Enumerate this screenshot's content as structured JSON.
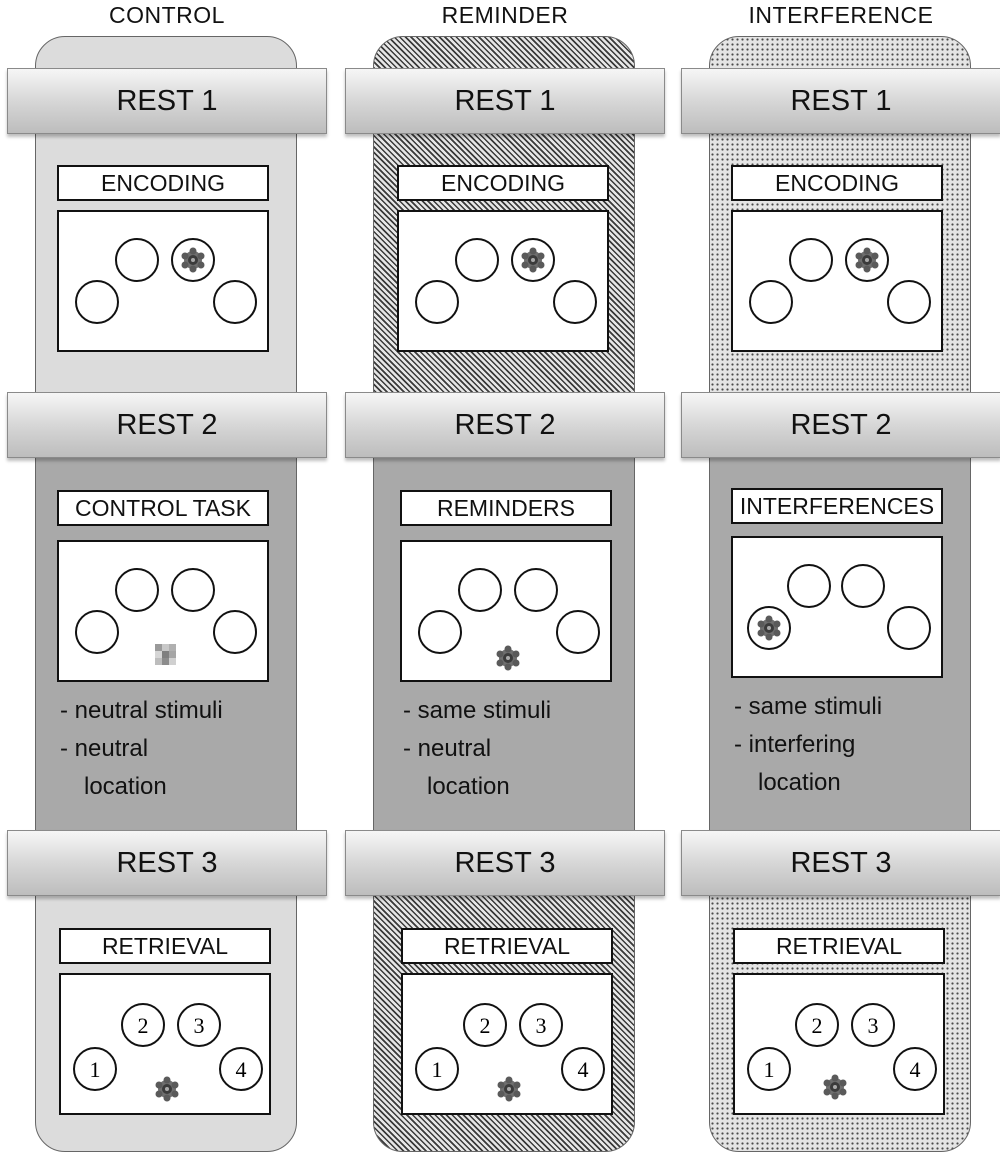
{
  "columns": [
    {
      "title": "CONTROL",
      "rest1": "REST 1",
      "encoding": "ENCODING",
      "rest2": "REST 2",
      "task": "CONTROL TASK",
      "desc": [
        "- neutral stimuli",
        "- neutral",
        "location"
      ],
      "rest3": "REST 3",
      "retrieval": "RETRIEVAL",
      "numbers": [
        "1",
        "2",
        "3",
        "4"
      ]
    },
    {
      "title": "REMINDER",
      "rest1": "REST 1",
      "encoding": "ENCODING",
      "rest2": "REST 2",
      "task": "REMINDERS",
      "desc": [
        "- same stimuli",
        "- neutral",
        "location"
      ],
      "rest3": "REST 3",
      "retrieval": "RETRIEVAL",
      "numbers": [
        "1",
        "2",
        "3",
        "4"
      ]
    },
    {
      "title": "INTERFERENCE",
      "rest1": "REST 1",
      "encoding": "ENCODING",
      "rest2": "REST 2",
      "task": "INTERFERENCES",
      "desc": [
        "- same stimuli",
        "- interfering",
        "location"
      ],
      "rest3": "REST 3",
      "retrieval": "RETRIEVAL",
      "numbers": [
        "1",
        "2",
        "3",
        "4"
      ]
    }
  ],
  "colors": {
    "control_fill": "#dcdcdc",
    "middle_fill": "#a9a9a9",
    "reminder_pattern": "diagonal-hatch",
    "interference_pattern": "dots"
  },
  "icons": {
    "stimulus": "flower-stimulus-icon",
    "neutral_stimulus": "scrambled-neutral-stimulus-icon"
  }
}
